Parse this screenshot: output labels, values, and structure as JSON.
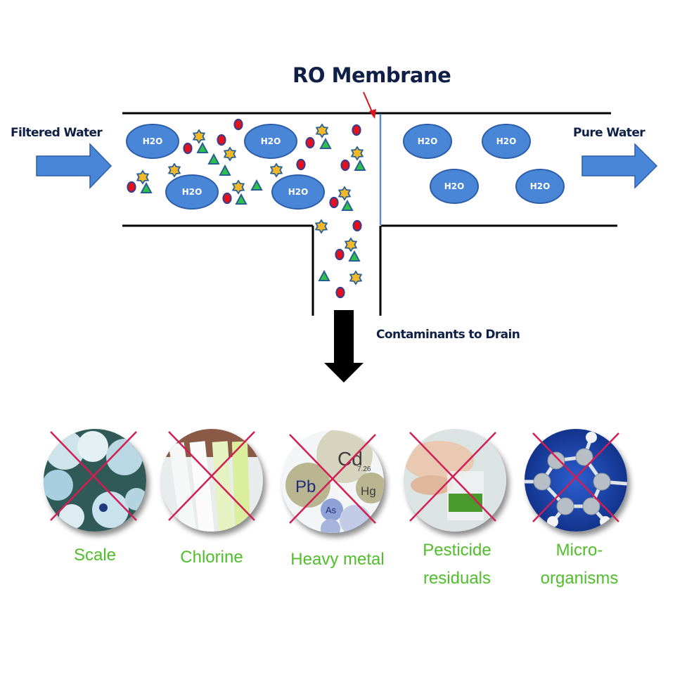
{
  "diagram": {
    "title": "RO Membrane",
    "inlet_label": "Filtered Water",
    "outlet_label": "Pure Water",
    "drain_label": "Contaminants to Drain",
    "molecule_label": "H2O",
    "colors": {
      "water_blue": "#4a86d8",
      "water_stroke": "#2d5fa8",
      "pipe": "#000000",
      "membrane": "#5a8ccc",
      "pointer_red": "#d9141c",
      "ion_red": "#e8101a",
      "ion_stroke": "#3f3c8a",
      "star_gold": "#f2b82a",
      "triangle_green": "#2fc24a",
      "shape_stroke": "#285f94",
      "label_navy": "#0f1f45",
      "caption_green": "#4fbe2a",
      "cross_red": "#d11e54"
    }
  },
  "contaminants": [
    {
      "name": "Scale",
      "lines": [
        "Scale"
      ]
    },
    {
      "name": "Chlorine",
      "lines": [
        "Chlorine"
      ]
    },
    {
      "name": "Heavy metal",
      "lines": [
        "Heavy metal"
      ],
      "element_labels": [
        "Cd",
        "7.26",
        "Pb",
        "Hg",
        "As"
      ]
    },
    {
      "name": "Pesticide residuals",
      "lines": [
        "Pesticide",
        "residuals"
      ]
    },
    {
      "name": "Micro-organisms",
      "lines": [
        "Micro-",
        "organisms"
      ]
    }
  ]
}
